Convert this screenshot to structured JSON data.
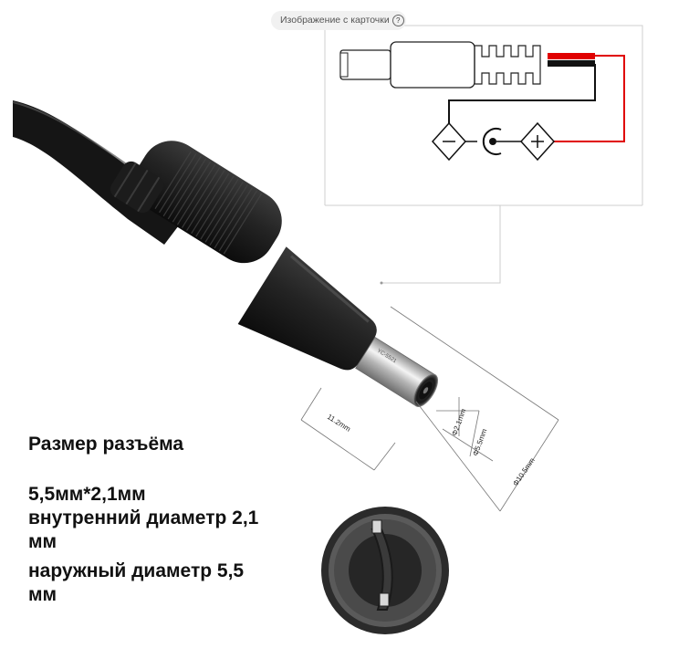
{
  "badge": {
    "label": "Изображение с карточки",
    "help_icon": "?"
  },
  "spec": {
    "heading": "Размер разъёма",
    "size": "5,5мм*2,1мм",
    "inner_line1": "внутренний диаметр 2,1",
    "inner_line2": "мм",
    "outer_line1": "наружный диаметр 5,5",
    "outer_line2": "мм"
  },
  "dimensions": {
    "length": "11.2mm",
    "pin": "Φ2.1mm",
    "barrel": "Φ5.5mm",
    "body": "Φ10.5mm"
  },
  "colors": {
    "cable": "#1a1a1a",
    "wire_red": "#e00000",
    "barrel": "#c8c8c8"
  }
}
